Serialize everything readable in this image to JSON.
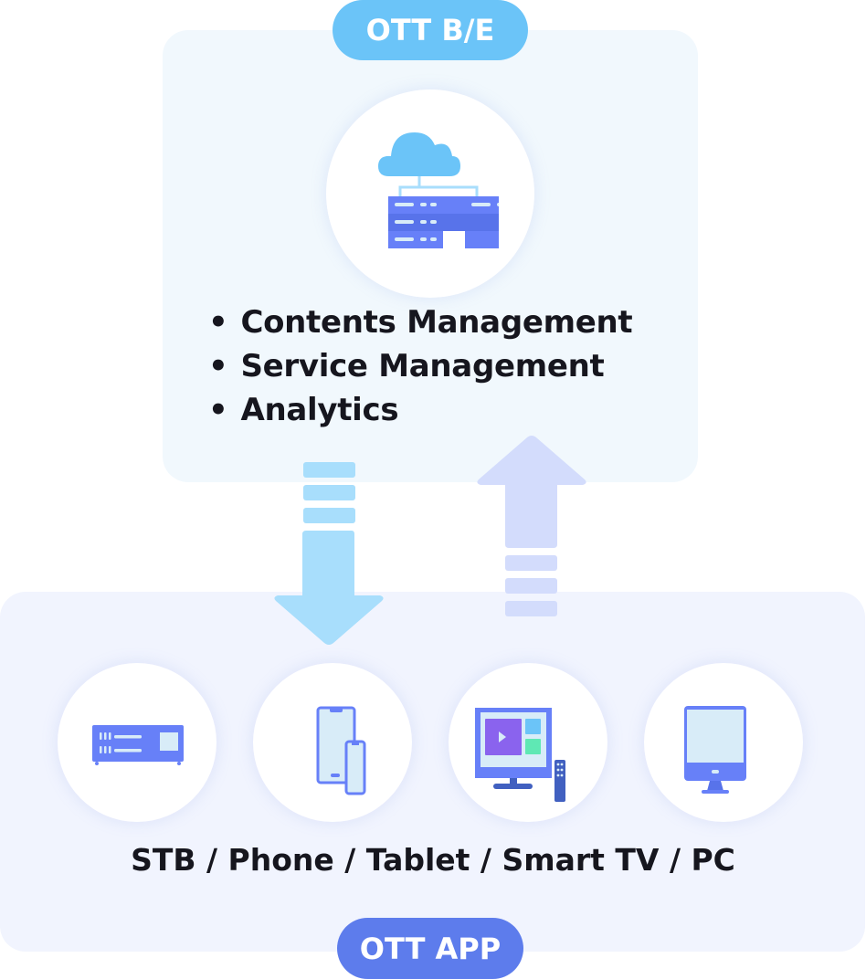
{
  "backend": {
    "label": "OTT B/E",
    "icon": "cloud-servers-icon",
    "features": [
      "Contents Management",
      "Service Management",
      "Analytics"
    ]
  },
  "app": {
    "label": "OTT APP",
    "devices": [
      {
        "name": "STB",
        "icon": "set-top-box-icon"
      },
      {
        "name": "Phone / Tablet",
        "icon": "phone-tablet-icon"
      },
      {
        "name": "Smart TV",
        "icon": "smart-tv-icon"
      },
      {
        "name": "PC",
        "icon": "monitor-icon"
      }
    ],
    "caption": "STB / Phone / Tablet / Smart TV / PC"
  },
  "colors": {
    "backend_accent": "#6bc4f8",
    "app_accent": "#5d7cec",
    "down_arrow": "#a8defc",
    "up_arrow": "#d3dcfc"
  }
}
